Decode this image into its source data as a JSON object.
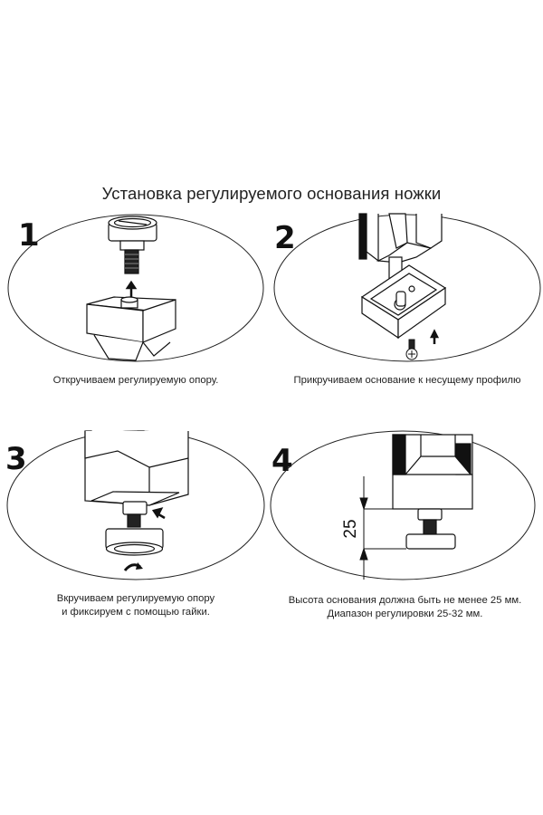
{
  "document": {
    "title": "Установка регулируемого основания ножки"
  },
  "steps": [
    {
      "number": "1",
      "caption_lines": [
        "Откручиваем регулируемую опору."
      ]
    },
    {
      "number": "2",
      "caption_lines": [
        "Прикручиваем основание к несущему профилю"
      ]
    },
    {
      "number": "3",
      "caption_lines": [
        "Вкручиваем регулируемую опору",
        "и фиксируем с помощью гайки."
      ]
    },
    {
      "number": "4",
      "caption_lines": [
        "Высота основания должна быть не менее 25 мм.",
        "Диапазон регулировки 25-32 мм."
      ],
      "dimension_label": "25"
    }
  ],
  "colors": {
    "ink": "#111111",
    "paper": "#ffffff"
  }
}
